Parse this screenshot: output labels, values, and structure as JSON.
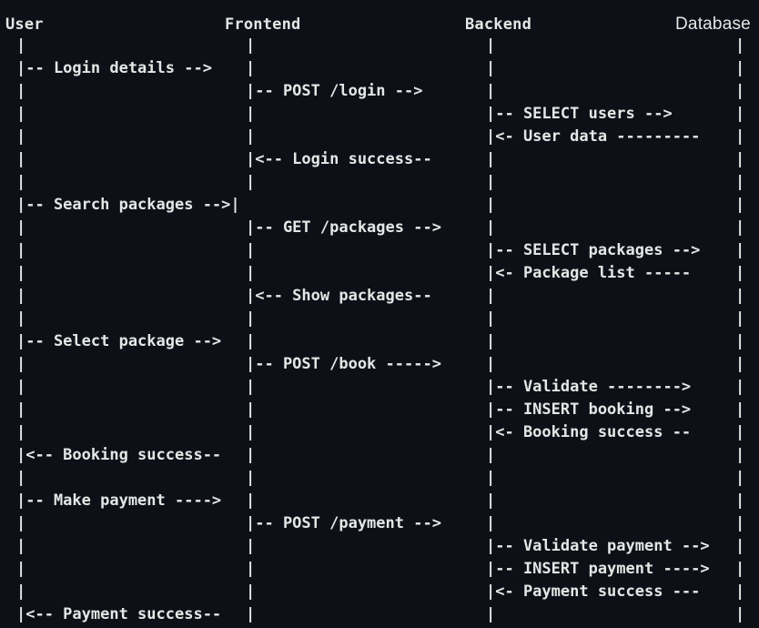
{
  "headers": [
    "User",
    "Frontend",
    "Backend",
    "Database"
  ],
  "rows": [
    {
      "lanes": [
        "|",
        "|",
        "|",
        "|"
      ]
    },
    {
      "lanes": [
        "|-- Login details -->",
        "|",
        "|",
        "|"
      ]
    },
    {
      "lanes": [
        "|",
        "|-- POST /login -->",
        "|",
        "|"
      ]
    },
    {
      "lanes": [
        "|",
        "|",
        "|-- SELECT users -->",
        "|"
      ]
    },
    {
      "lanes": [
        "|",
        "|",
        "|<- User data ---------",
        "|"
      ]
    },
    {
      "lanes": [
        "|",
        "|<-- Login success--",
        "|",
        "|"
      ]
    },
    {
      "lanes": [
        "|",
        "|",
        "|",
        "|"
      ]
    },
    {
      "lanes": [
        "|-- Search packages -->|",
        "",
        "|",
        "|"
      ]
    },
    {
      "lanes": [
        "|",
        "|-- GET /packages -->",
        "|",
        "|"
      ]
    },
    {
      "lanes": [
        "|",
        "|",
        "|-- SELECT packages -->",
        "|"
      ]
    },
    {
      "lanes": [
        "|",
        "|",
        "|<- Package list -----",
        "|"
      ]
    },
    {
      "lanes": [
        "|",
        "|<-- Show packages--",
        "|",
        "|"
      ]
    },
    {
      "lanes": [
        "|",
        "|",
        "|",
        "|"
      ]
    },
    {
      "lanes": [
        "|-- Select package -->",
        "|",
        "|",
        "|"
      ]
    },
    {
      "lanes": [
        "|",
        "|-- POST /book ----->",
        "|",
        "|"
      ]
    },
    {
      "lanes": [
        "|",
        "|",
        "|-- Validate -------->",
        "|"
      ]
    },
    {
      "lanes": [
        "|",
        "|",
        "|-- INSERT booking -->",
        "|"
      ]
    },
    {
      "lanes": [
        "|",
        "|",
        "|<- Booking success --",
        "|"
      ]
    },
    {
      "lanes": [
        "|<-- Booking success--",
        "|",
        "|",
        "|"
      ]
    },
    {
      "lanes": [
        "|",
        "|",
        "|",
        "|"
      ]
    },
    {
      "lanes": [
        "|-- Make payment ---->",
        "|",
        "|",
        "|"
      ]
    },
    {
      "lanes": [
        "|",
        "|-- POST /payment -->",
        "|",
        "|"
      ]
    },
    {
      "lanes": [
        "|",
        "|",
        "|-- Validate payment -->",
        "|"
      ]
    },
    {
      "lanes": [
        "|",
        "|",
        "|-- INSERT payment ---->",
        "|"
      ]
    },
    {
      "lanes": [
        "|",
        "|",
        "|<- Payment success ---",
        "|"
      ]
    },
    {
      "lanes": [
        "|<-- Payment success--",
        "|",
        "|",
        "|"
      ]
    }
  ]
}
